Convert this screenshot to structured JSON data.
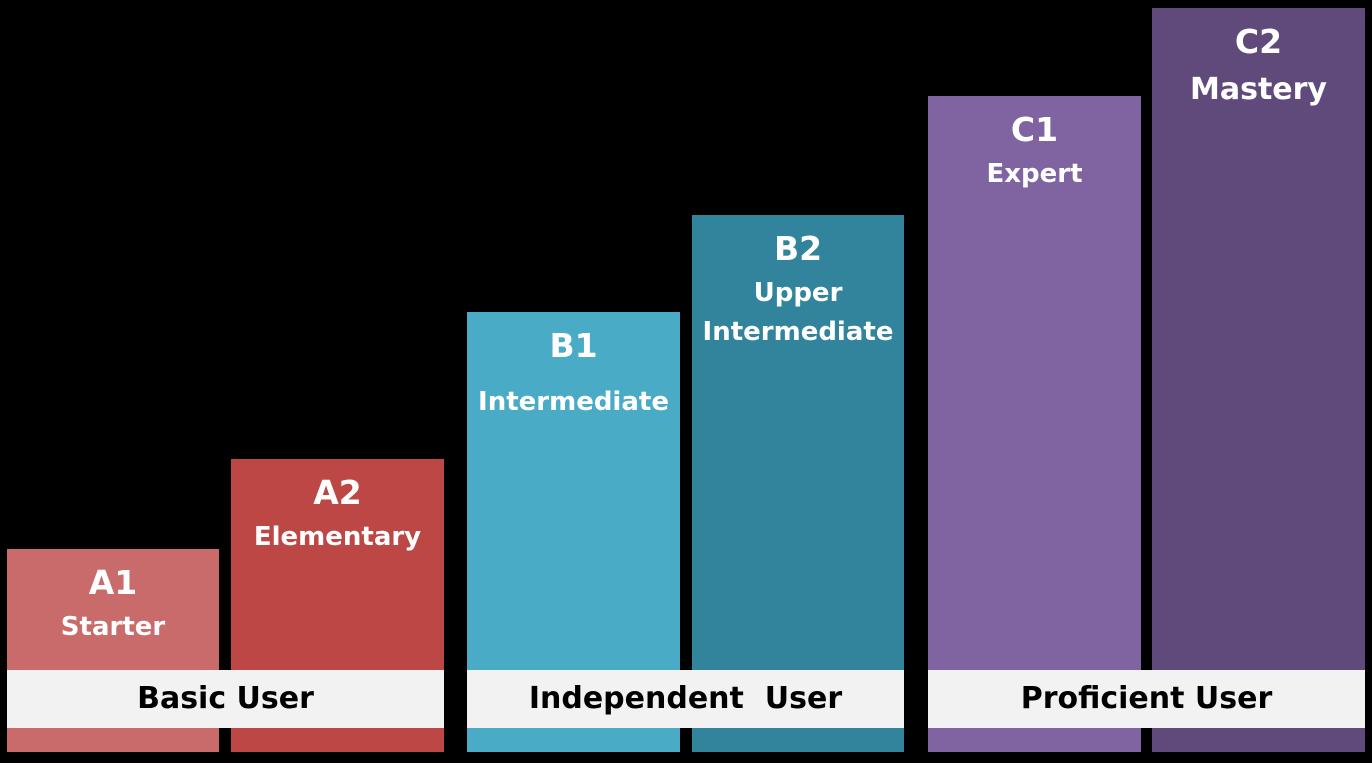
{
  "levels": [
    {
      "code": "A1",
      "name": "Starter",
      "color": "#c96b6b"
    },
    {
      "code": "A2",
      "name": "Elementary",
      "color": "#bd4745"
    },
    {
      "code": "B1",
      "name": "Intermediate",
      "color": "#4aabc6"
    },
    {
      "code": "B2",
      "name": "Upper Intermediate",
      "name_line1": "Upper",
      "name_line2": "Intermediate",
      "color": "#31849b"
    },
    {
      "code": "C1",
      "name": "Expert",
      "color": "#8064a2"
    },
    {
      "code": "C2",
      "name": "Mastery",
      "color": "#604a7b"
    }
  ],
  "groups": [
    {
      "label": "Basic User"
    },
    {
      "label": "Independent  User"
    },
    {
      "label": "Proficient User"
    }
  ],
  "band_color": "#f2f2f2",
  "background_color": "#000000"
}
